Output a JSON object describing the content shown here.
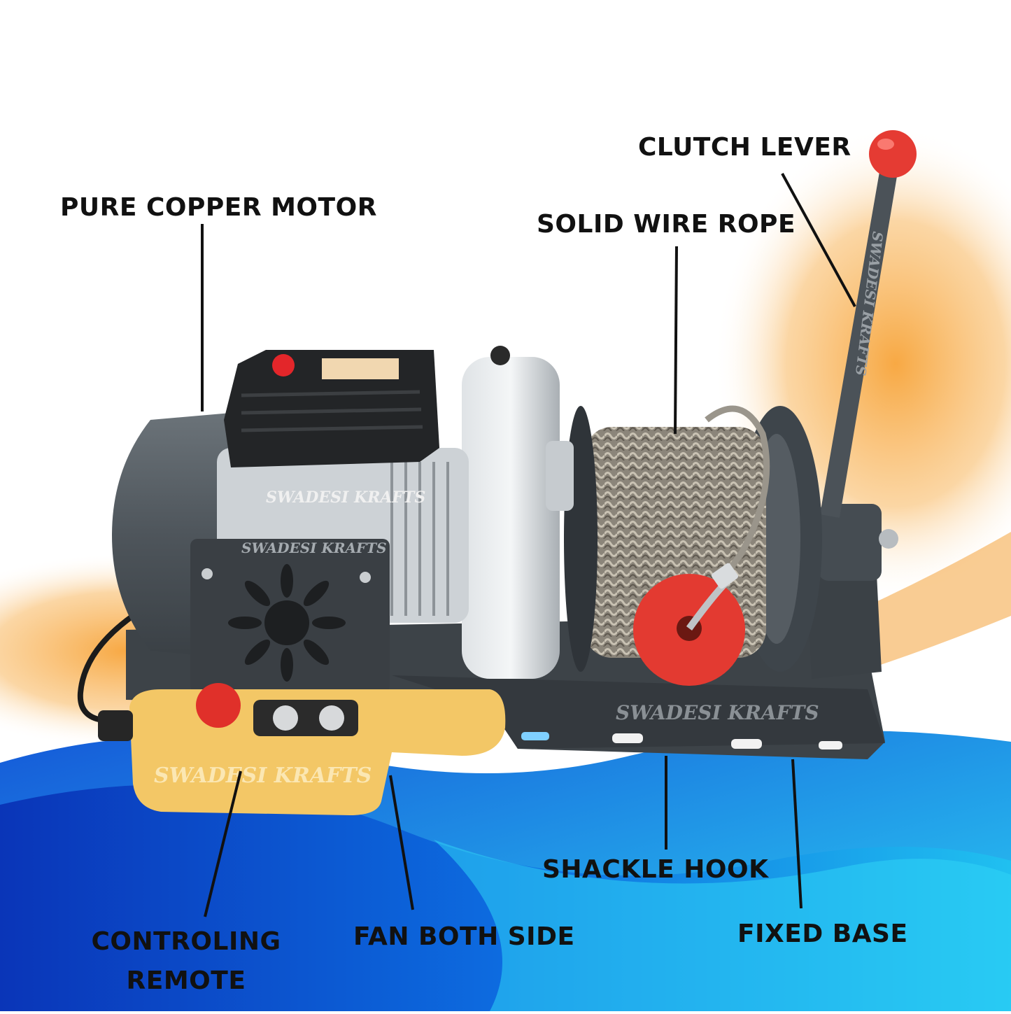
{
  "callouts": {
    "motor": "PURE COPPER MOTOR",
    "clutch": "CLUTCH LEVER",
    "rope": "SOLID WIRE ROPE",
    "shackle": "SHACKLE HOOK",
    "fixed_base": "FIXED BASE",
    "fan": "FAN BOTH SIDE",
    "remote_line1": "CONTROLING",
    "remote_line2": "REMOTE"
  },
  "brand": "SWADESI KRAFTS",
  "colors": {
    "orange_swoosh": "#f4a23a",
    "wave_dark": "#0b4fd0",
    "wave_light": "#1fb6ee",
    "frame_gray": "#3d4348",
    "motor_gray": "#52595f",
    "knob_red": "#e53b33",
    "remote_yellow": "#f3c766",
    "text": "#111111"
  }
}
